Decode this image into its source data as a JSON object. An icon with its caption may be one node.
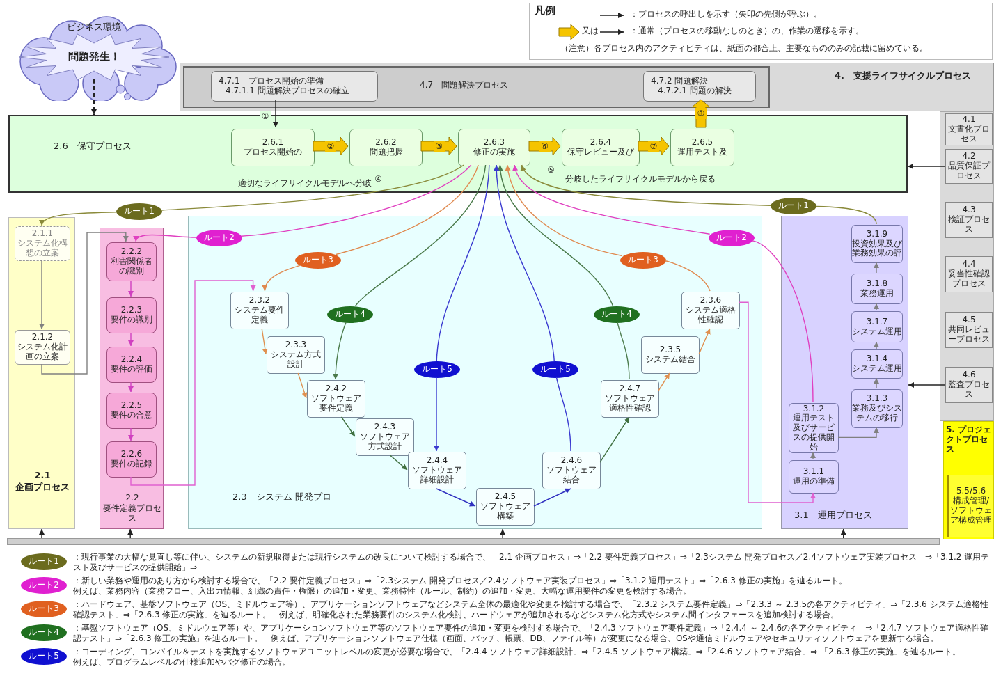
{
  "diagram": {
    "nodes": [
      {
        "text": [
          "ビジネス環境",
          "問題発生！"
        ]
      },
      {
        "text": [
          "4.　支援ライフサイクルプロセス"
        ]
      },
      {
        "text": [
          "4.7　問題解決プロセス"
        ],
        "in": 1
      },
      {
        "text": [
          "4.7.1　プロセス開始の準備",
          "4.7.1.1 問題解決プロセスの確立"
        ],
        "in": 2
      },
      {
        "text": [
          "4.7.2 問題解決",
          "4.7.2.1 問題の解決"
        ],
        "in": 2
      },
      {
        "text": [
          "4.1",
          "文書化プロセス"
        ]
      },
      {
        "text": [
          "4.2",
          "品質保証プロセス"
        ]
      },
      {
        "text": [
          "4.3",
          "検証プロセス"
        ]
      },
      {
        "text": [
          "4.4",
          "妥当性確認プロセス"
        ]
      },
      {
        "text": [
          "4.5",
          "共同レビュープロセス"
        ]
      },
      {
        "text": [
          "4.6",
          "監査プロセス"
        ]
      },
      {
        "text": [
          "5. プロジェクトプロセス"
        ]
      },
      {
        "text": [
          "5.5/5.6",
          "構成管理/ソフトウェア構成管理"
        ],
        "in": 11
      },
      {
        "text": [
          "2.6　保守プロセス"
        ]
      },
      {
        "text": [
          "2.6.1",
          "プロセス開始の"
        ],
        "in": 13
      },
      {
        "text": [
          "2.6.2",
          "問題把握"
        ],
        "in": 13
      },
      {
        "text": [
          "2.6.3",
          "修正の実施"
        ],
        "in": 13
      },
      {
        "text": [
          "2.6.4",
          "保守レビュー及び"
        ],
        "in": 13
      },
      {
        "text": [
          "2.6.5",
          "運用テスト及"
        ],
        "in": 13
      },
      {
        "text": [
          "2.1",
          "企画プロセス"
        ]
      },
      {
        "text": [
          "2.1.1",
          "システム化構想の立案"
        ],
        "in": 19
      },
      {
        "text": [
          "2.1.2",
          "システム化計画の立案"
        ],
        "in": 19
      },
      {
        "text": [
          "2.2",
          "要件定義プロセス"
        ]
      },
      {
        "text": [
          "2.2.2",
          "利害関係者の識別"
        ],
        "in": 22
      },
      {
        "text": [
          "2.2.3",
          "要件の識別"
        ],
        "in": 22
      },
      {
        "text": [
          "2.2.4",
          "要件の評価"
        ],
        "in": 22
      },
      {
        "text": [
          "2.2.5",
          "要件の合意"
        ],
        "in": 22
      },
      {
        "text": [
          "2.2.6",
          "要件の記録"
        ],
        "in": 22
      },
      {
        "text": [
          "2.3　システム 開発プロ"
        ]
      },
      {
        "text": [
          "2.3.2",
          "システム要件定義"
        ],
        "in": 28
      },
      {
        "text": [
          "2.3.3",
          "システム方式設計"
        ],
        "in": 28
      },
      {
        "text": [
          "2.4.2",
          "ソフトウェア要件定義"
        ],
        "in": 28
      },
      {
        "text": [
          "2.4.3",
          "ソフトウェア方式設計"
        ],
        "in": 28
      },
      {
        "text": [
          "2.4.4",
          "ソフトウェア詳細設計"
        ],
        "in": 28
      },
      {
        "text": [
          "2.4.5",
          "ソフトウェア構築"
        ],
        "in": 28
      },
      {
        "text": [
          "2.4.6",
          "ソフトウェア結合"
        ],
        "in": 28
      },
      {
        "text": [
          "2.4.7",
          "ソフトウェア適格性確認"
        ],
        "in": 28
      },
      {
        "text": [
          "2.3.5",
          "システム結合"
        ],
        "in": 28
      },
      {
        "text": [
          "2.3.6",
          "システム適格性確認"
        ],
        "in": 28
      },
      {
        "text": [
          "3.1　運用プロセス"
        ]
      },
      {
        "text": [
          "3.1.1",
          "運用の準備"
        ],
        "in": 39
      },
      {
        "text": [
          "3.1.2",
          "運用テスト及びサービスの提供開始"
        ],
        "in": 39
      },
      {
        "text": [
          "3.1.3",
          "業務及びシステムの移行"
        ],
        "in": 39
      },
      {
        "text": [
          "3.1.4",
          "システム運用"
        ],
        "in": 39
      },
      {
        "text": [
          "3.1.7",
          "システム運用"
        ],
        "in": 39
      },
      {
        "text": [
          "3.1.8",
          "業務運用"
        ],
        "in": 39
      },
      {
        "text": [
          "3.1.9",
          "投資効果及び業務効果の評"
        ],
        "in": 39
      },
      {
        "text": [
          "ルート1"
        ]
      },
      {
        "text": [
          "ルート1"
        ]
      },
      {
        "text": [
          "ルート2"
        ],
        "in": 28
      },
      {
        "text": [
          "ルート2"
        ],
        "in": 28
      },
      {
        "text": [
          "ルート3"
        ],
        "in": 28
      },
      {
        "text": [
          "ルート3"
        ],
        "in": 28
      },
      {
        "text": [
          "ルート4"
        ],
        "in": 28
      },
      {
        "text": [
          "ルート4"
        ],
        "in": 28
      },
      {
        "text": [
          "ルート5"
        ],
        "in": 28
      },
      {
        "text": [
          "ルート5"
        ],
        "in": 28
      },
      {
        "text": [
          "ルート1"
        ],
        "beside": [
          "：現行事業の大幅な見直し等に伴い、システムの新規取得または現行システムの改良について検討する場合で、「2.1 企画プロセス」⇒「2.2 要件定義プロセス」⇒「2.3システム 開発プロセス／2.4ソフトウェア実装プロセス」⇒「3.1.2 運用テスト及びサービスの提供開始」⇒"
        ]
      },
      {
        "text": [
          "ルート2"
        ],
        "beside": [
          "：新しい業務や運用のあり方から検討する場合で、「2.2 要件定義プロセス」⇒「2.3システム 開発プロセス／2.4ソフトウェア実装プロセス」⇒「3.1.2 運用テスト」⇒「2.6.3 修正の実施」を辿るルート。",
          "例えば、業務内容（業務フロー、入出力情報、組織の責任・権限）の追加・変更、業務特性（ルール、制約）の追加・変更、大幅な運用要件の変更を検討する場合。"
        ]
      },
      {
        "text": [
          "ルート3"
        ],
        "beside": [
          "：ハードウェア、基盤ソフトウェア（OS、ミドルウェア等）、アプリケーションソフトウェアなどシステム全体の最適化や変更を検討する場合で、「2.3.2 システム要件定義」⇒「2.3.3 ～ 2.3.5の各アクティビティ」⇒「2.3.6 システム適格性確認テスト」⇒「2.6.3 修正の実施」を辿るルート。　例えば、明確化された業務要件のシステム化検討、ハードウェアが追加されるなどシステム化方式やシステム間インタフェースを追加検討する場合。"
        ]
      },
      {
        "text": [
          "ルート4"
        ],
        "beside": [
          "：基盤ソフトウェア（OS、ミドルウェア等）や、アプリケーションソフトウェア等のソフトウェア要件の追加・変更を検討する場合で、「2.4.3 ソフトウェア要件定義」⇒「2.4.4 ～ 2.4.6の各アクティビティ」⇒「2.4.7 ソフトウェア適格性確認テスト」⇒「2.6.3 修正の実施」を辿るルート。　例えば、アプリケーションソフトウェア仕様（画面、バッチ、帳票、DB、ファイル等）が変更になる場合、OSや通信ミドルウェアやセキュリティソフトウェアを更新する場合。"
        ]
      },
      {
        "text": [
          "ルート5"
        ],
        "beside": [
          "：コーディング、コンパイル＆テストを実施するソフトウェアユニットレベルの変更が必要な場合で、「2.4.4 ソフトウェア詳細設計」⇒「2.4.5 ソフトウェア構築」⇒「2.4.6 ソフトウェア結合」⇒ 「2.6.3 修正の実施」を辿るルート。",
          "例えば、プログラムレベルの仕様追加やバグ修正の場合。"
        ]
      },
      {
        "text": [],
        "shape": "bar"
      }
    ],
    "edges": [
      {
        "from": 0,
        "to": 13,
        "arrow": "to",
        "style": "dashed"
      },
      {
        "from": 3,
        "to": 14,
        "arrow": "to",
        "label": "①"
      },
      {
        "from": 14,
        "to": 15,
        "arrow": "to",
        "label": "②",
        "style": "thick",
        "color": "#f5c400"
      },
      {
        "from": 15,
        "to": 16,
        "arrow": "to",
        "label": "③",
        "style": "thick",
        "color": "#f5c400"
      },
      {
        "from": 16,
        "to": 17,
        "arrow": "to",
        "label": "⑥",
        "style": "thick",
        "color": "#f5c400"
      },
      {
        "from": 17,
        "to": 18,
        "arrow": "to",
        "label": "⑦",
        "style": "thick",
        "color": "#f5c400"
      },
      {
        "from": 18,
        "to": 4,
        "arrow": "to",
        "label": "⑧",
        "style": "thick",
        "color": "#f5c400"
      },
      {
        "from": 6,
        "to": 13,
        "arrow": "to"
      },
      {
        "from": 10,
        "to": 39,
        "arrow": "to"
      },
      {
        "from": 62,
        "to": 19,
        "arrow": "to"
      },
      {
        "from": 62,
        "to": 22,
        "arrow": "to"
      },
      {
        "from": 62,
        "to": 28,
        "arrow": "to"
      },
      {
        "from": 62,
        "to": 39,
        "arrow": "to"
      },
      {
        "from": 20,
        "to": 21,
        "arrow": "to",
        "color": "#808080"
      },
      {
        "from": 21,
        "to": 23,
        "arrow": "to",
        "color": "#808080"
      },
      {
        "from": 23,
        "to": 24,
        "arrow": "to",
        "color": "#d040c0"
      },
      {
        "from": 24,
        "to": 25,
        "arrow": "to",
        "color": "#d040c0"
      },
      {
        "from": 25,
        "to": 26,
        "arrow": "to",
        "color": "#d040c0"
      },
      {
        "from": 26,
        "to": 27,
        "arrow": "to",
        "color": "#d040c0"
      },
      {
        "from": 27,
        "to": 29,
        "arrow": "to",
        "color": "#e060d0"
      },
      {
        "from": 29,
        "to": 30,
        "arrow": "to",
        "color": "#e09050"
      },
      {
        "from": 30,
        "to": 31,
        "arrow": "to",
        "color": "#e09050"
      },
      {
        "from": 31,
        "to": 32,
        "arrow": "to",
        "color": "#407040"
      },
      {
        "from": 32,
        "to": 33,
        "arrow": "to",
        "color": "#407040"
      },
      {
        "from": 33,
        "to": 34,
        "arrow": "to",
        "color": "#3030c0"
      },
      {
        "from": 34,
        "to": 35,
        "arrow": "to",
        "color": "#3030c0"
      },
      {
        "from": 35,
        "to": 36,
        "arrow": "to",
        "color": "#407040"
      },
      {
        "from": 36,
        "to": 37,
        "arrow": "to",
        "color": "#e09050"
      },
      {
        "from": 37,
        "to": 38,
        "arrow": "to",
        "color": "#e09050"
      },
      {
        "from": 38,
        "to": 40,
        "arrow": "to",
        "color": "#e060d0"
      },
      {
        "from": 40,
        "to": 41,
        "arrow": "to",
        "color": "#808080"
      },
      {
        "from": 41,
        "to": 42,
        "arrow": "to",
        "color": "#808080"
      },
      {
        "from": 42,
        "to": 43,
        "arrow": "to",
        "color": "#808080"
      },
      {
        "from": 43,
        "to": 44,
        "arrow": "to",
        "color": "#808080"
      },
      {
        "from": 44,
        "to": 45,
        "arrow": "to",
        "color": "#808080"
      },
      {
        "from": 45,
        "to": 46,
        "arrow": "to",
        "color": "#808080"
      },
      {
        "from": 16,
        "to": 47,
        "arrow": "none",
        "color": "#8a8a3a"
      },
      {
        "from": 47,
        "to": 20,
        "arrow": "to",
        "color": "#8a8a3a"
      },
      {
        "from": 16,
        "to": 49,
        "arrow": "none",
        "color": "#e040c0"
      },
      {
        "from": 49,
        "to": 23,
        "arrow": "to",
        "color": "#e040c0"
      },
      {
        "from": 16,
        "to": 51,
        "arrow": "none",
        "color": "#e08a50"
      },
      {
        "from": 51,
        "to": 29,
        "arrow": "to",
        "color": "#e08a50"
      },
      {
        "from": 16,
        "to": 53,
        "arrow": "none",
        "color": "#4a7a4a"
      },
      {
        "from": 53,
        "to": 31,
        "arrow": "to",
        "color": "#4a7a4a"
      },
      {
        "from": 16,
        "to": 55,
        "arrow": "none",
        "color": "#3a3ad0"
      },
      {
        "from": 55,
        "to": 33,
        "arrow": "to",
        "color": "#3a3ad0"
      },
      {
        "from": 46,
        "to": 48,
        "arrow": "none",
        "color": "#8a8a3a"
      },
      {
        "from": 48,
        "to": 16,
        "arrow": "to",
        "color": "#8a8a3a"
      },
      {
        "from": 41,
        "to": 50,
        "arrow": "none",
        "color": "#e040c0"
      },
      {
        "from": 50,
        "to": 16,
        "arrow": "to",
        "color": "#e040c0"
      },
      {
        "from": 38,
        "to": 52,
        "arrow": "none",
        "color": "#e08a50"
      },
      {
        "from": 52,
        "to": 16,
        "arrow": "to",
        "color": "#e08a50"
      },
      {
        "from": 36,
        "to": 54,
        "arrow": "none",
        "color": "#4a7a4a"
      },
      {
        "from": 54,
        "to": 16,
        "arrow": "to",
        "color": "#4a7a4a"
      },
      {
        "from": 35,
        "to": 56,
        "arrow": "none",
        "color": "#3a3ad0"
      },
      {
        "from": 56,
        "to": 16,
        "arrow": "to",
        "color": "#3a3ad0"
      }
    ],
    "labels": [
      "凡例",
      "又は",
      "（注意）各プロセス内のアクティビティは、紙面の都合上、主要なもののみの記載に留めている。",
      "適切なライフサイクルモデルへ分岐",
      "④",
      "⑤",
      "分岐したライフサイクルモデルから戻る"
    ],
    "legend": [
      {
        "text": "：プロセスの呼出しを示す（矢印の先側が呼ぶ）。"
      },
      {
        "text": "：通常（プロセスの移動なしのとき）の、作業の遷移を示す。"
      }
    ]
  }
}
